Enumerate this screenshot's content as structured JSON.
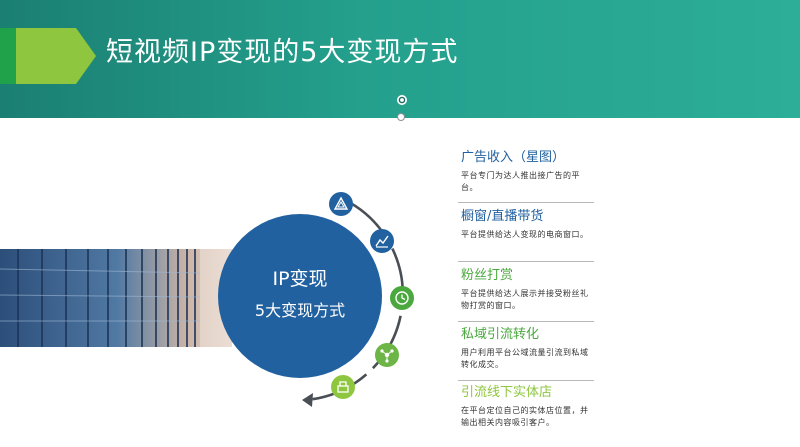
{
  "header": {
    "title": "短视频IP变现的5大变现方式"
  },
  "center": {
    "line1": "IP变现",
    "line2": "5大变现方式"
  },
  "colors": {
    "header_green": "#24a08d",
    "accent_blue": "#2261a0",
    "accent_green": "#8ec63f"
  },
  "items": [
    {
      "title": "广告收入（星图）",
      "desc": "平台专门为达人推出接广告的平台。",
      "color": "#2261a0",
      "icon": "triangle-logo-icon"
    },
    {
      "title": "橱窗/直播带货",
      "desc": "平台提供给达人变现的电商窗口。",
      "color": "#2261a0",
      "icon": "chart-line-icon"
    },
    {
      "title": "粉丝打赏",
      "desc": "平台提供给达人展示并接受粉丝礼物打赏的窗口。",
      "color": "#4aa83e",
      "icon": "clock-icon"
    },
    {
      "title": "私域引流转化",
      "desc": "用户利用平台公域流量引流到私域转化成交。",
      "color": "#4aa83e",
      "icon": "network-icon"
    },
    {
      "title": "引流线下实体店",
      "desc": "在平台定位自己的实体店位置，并输出相关内容吸引客户。",
      "color": "#8ec63f",
      "icon": "shop-icon"
    }
  ]
}
